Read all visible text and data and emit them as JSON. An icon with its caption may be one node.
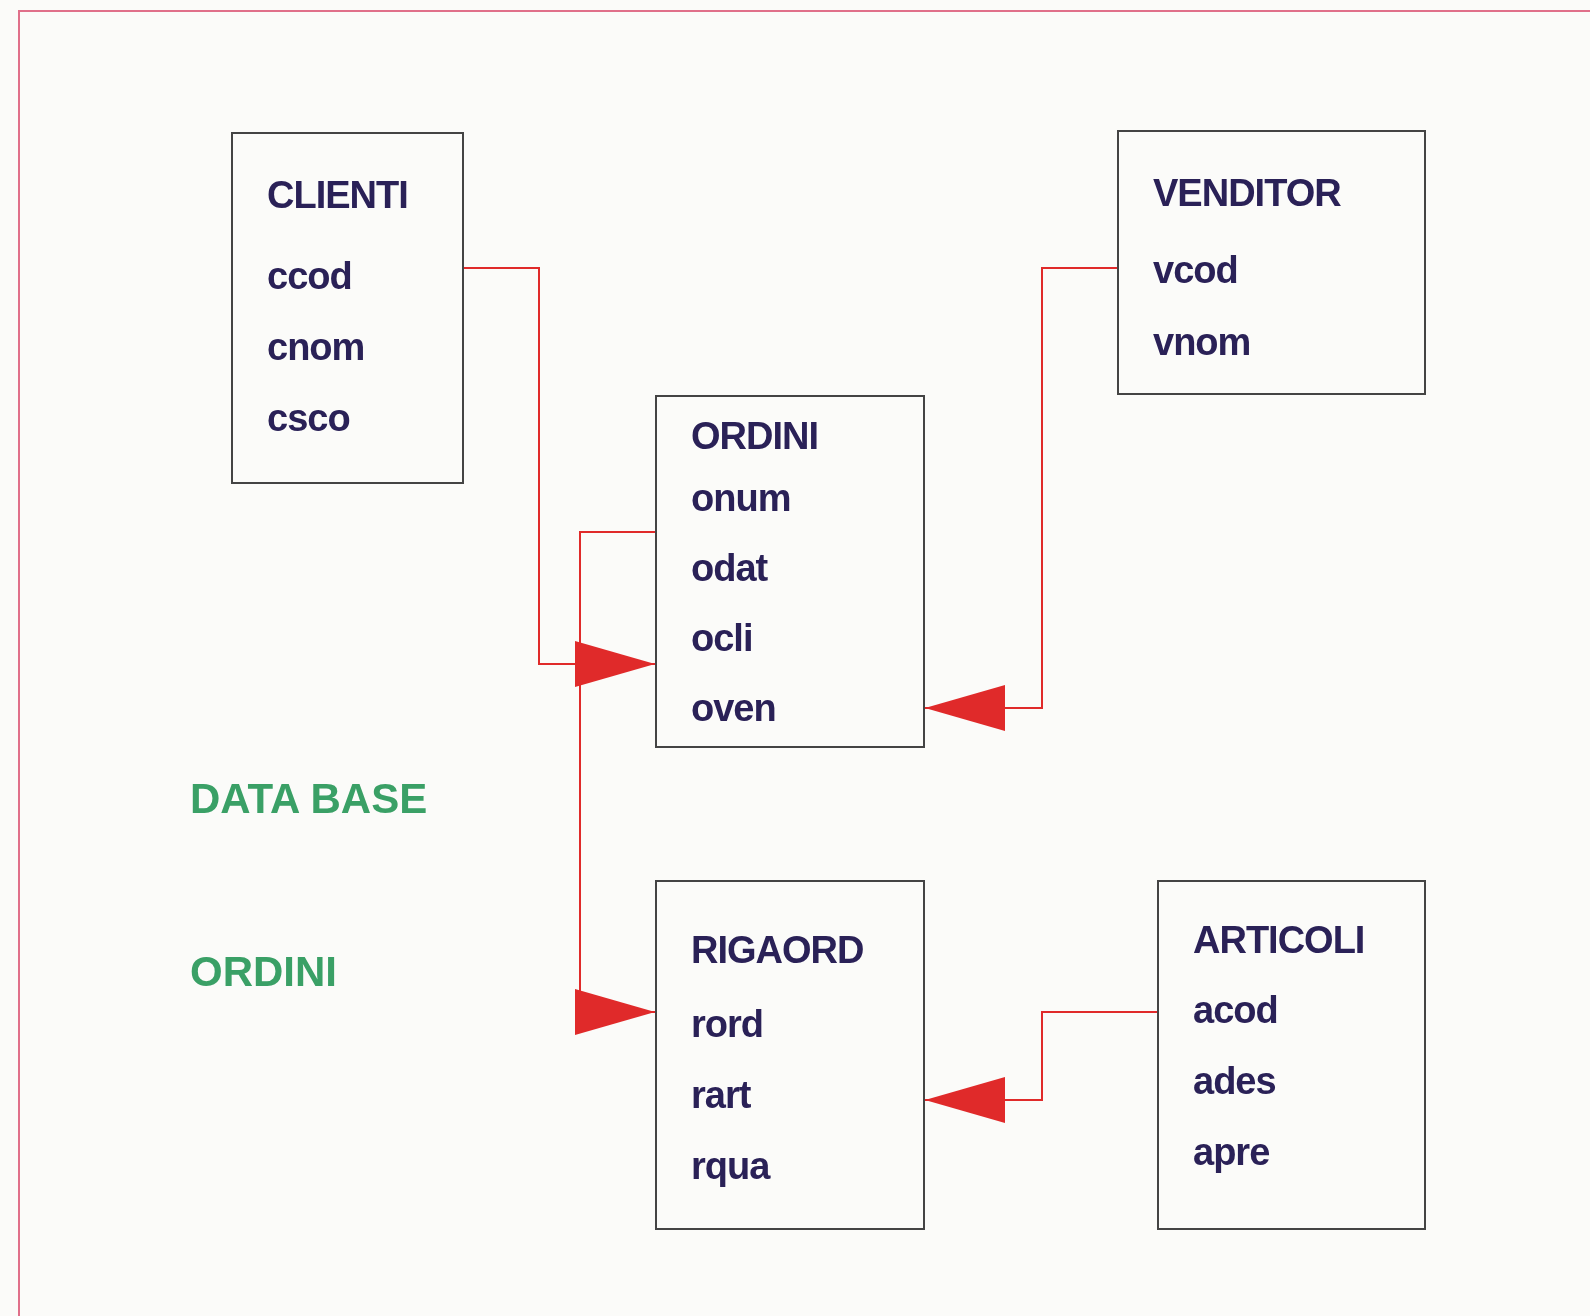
{
  "diagram": {
    "nodes": [
      {
        "text": [
          "CLIENTI",
          "ccod",
          "cnom",
          "csco"
        ]
      },
      {
        "text": [
          "VENDITOR",
          "vcod",
          "vnom"
        ]
      },
      {
        "text": [
          "ORDINI",
          "onum",
          "odat",
          "ocli",
          "oven"
        ]
      },
      {
        "text": [
          "RIGAORD",
          "rord",
          "rart",
          "rqua"
        ]
      },
      {
        "text": [
          "ARTICOLI",
          "acod",
          "ades",
          "apre"
        ]
      }
    ],
    "edges": [
      {
        "from": 0,
        "to": 2,
        "arrow": "to"
      },
      {
        "from": 1,
        "to": 2,
        "arrow": "to"
      },
      {
        "from": 2,
        "to": 3,
        "arrow": "to"
      },
      {
        "from": 4,
        "to": 3,
        "arrow": "to"
      }
    ],
    "labels": [
      "DATA BASE",
      "ORDINI"
    ]
  }
}
